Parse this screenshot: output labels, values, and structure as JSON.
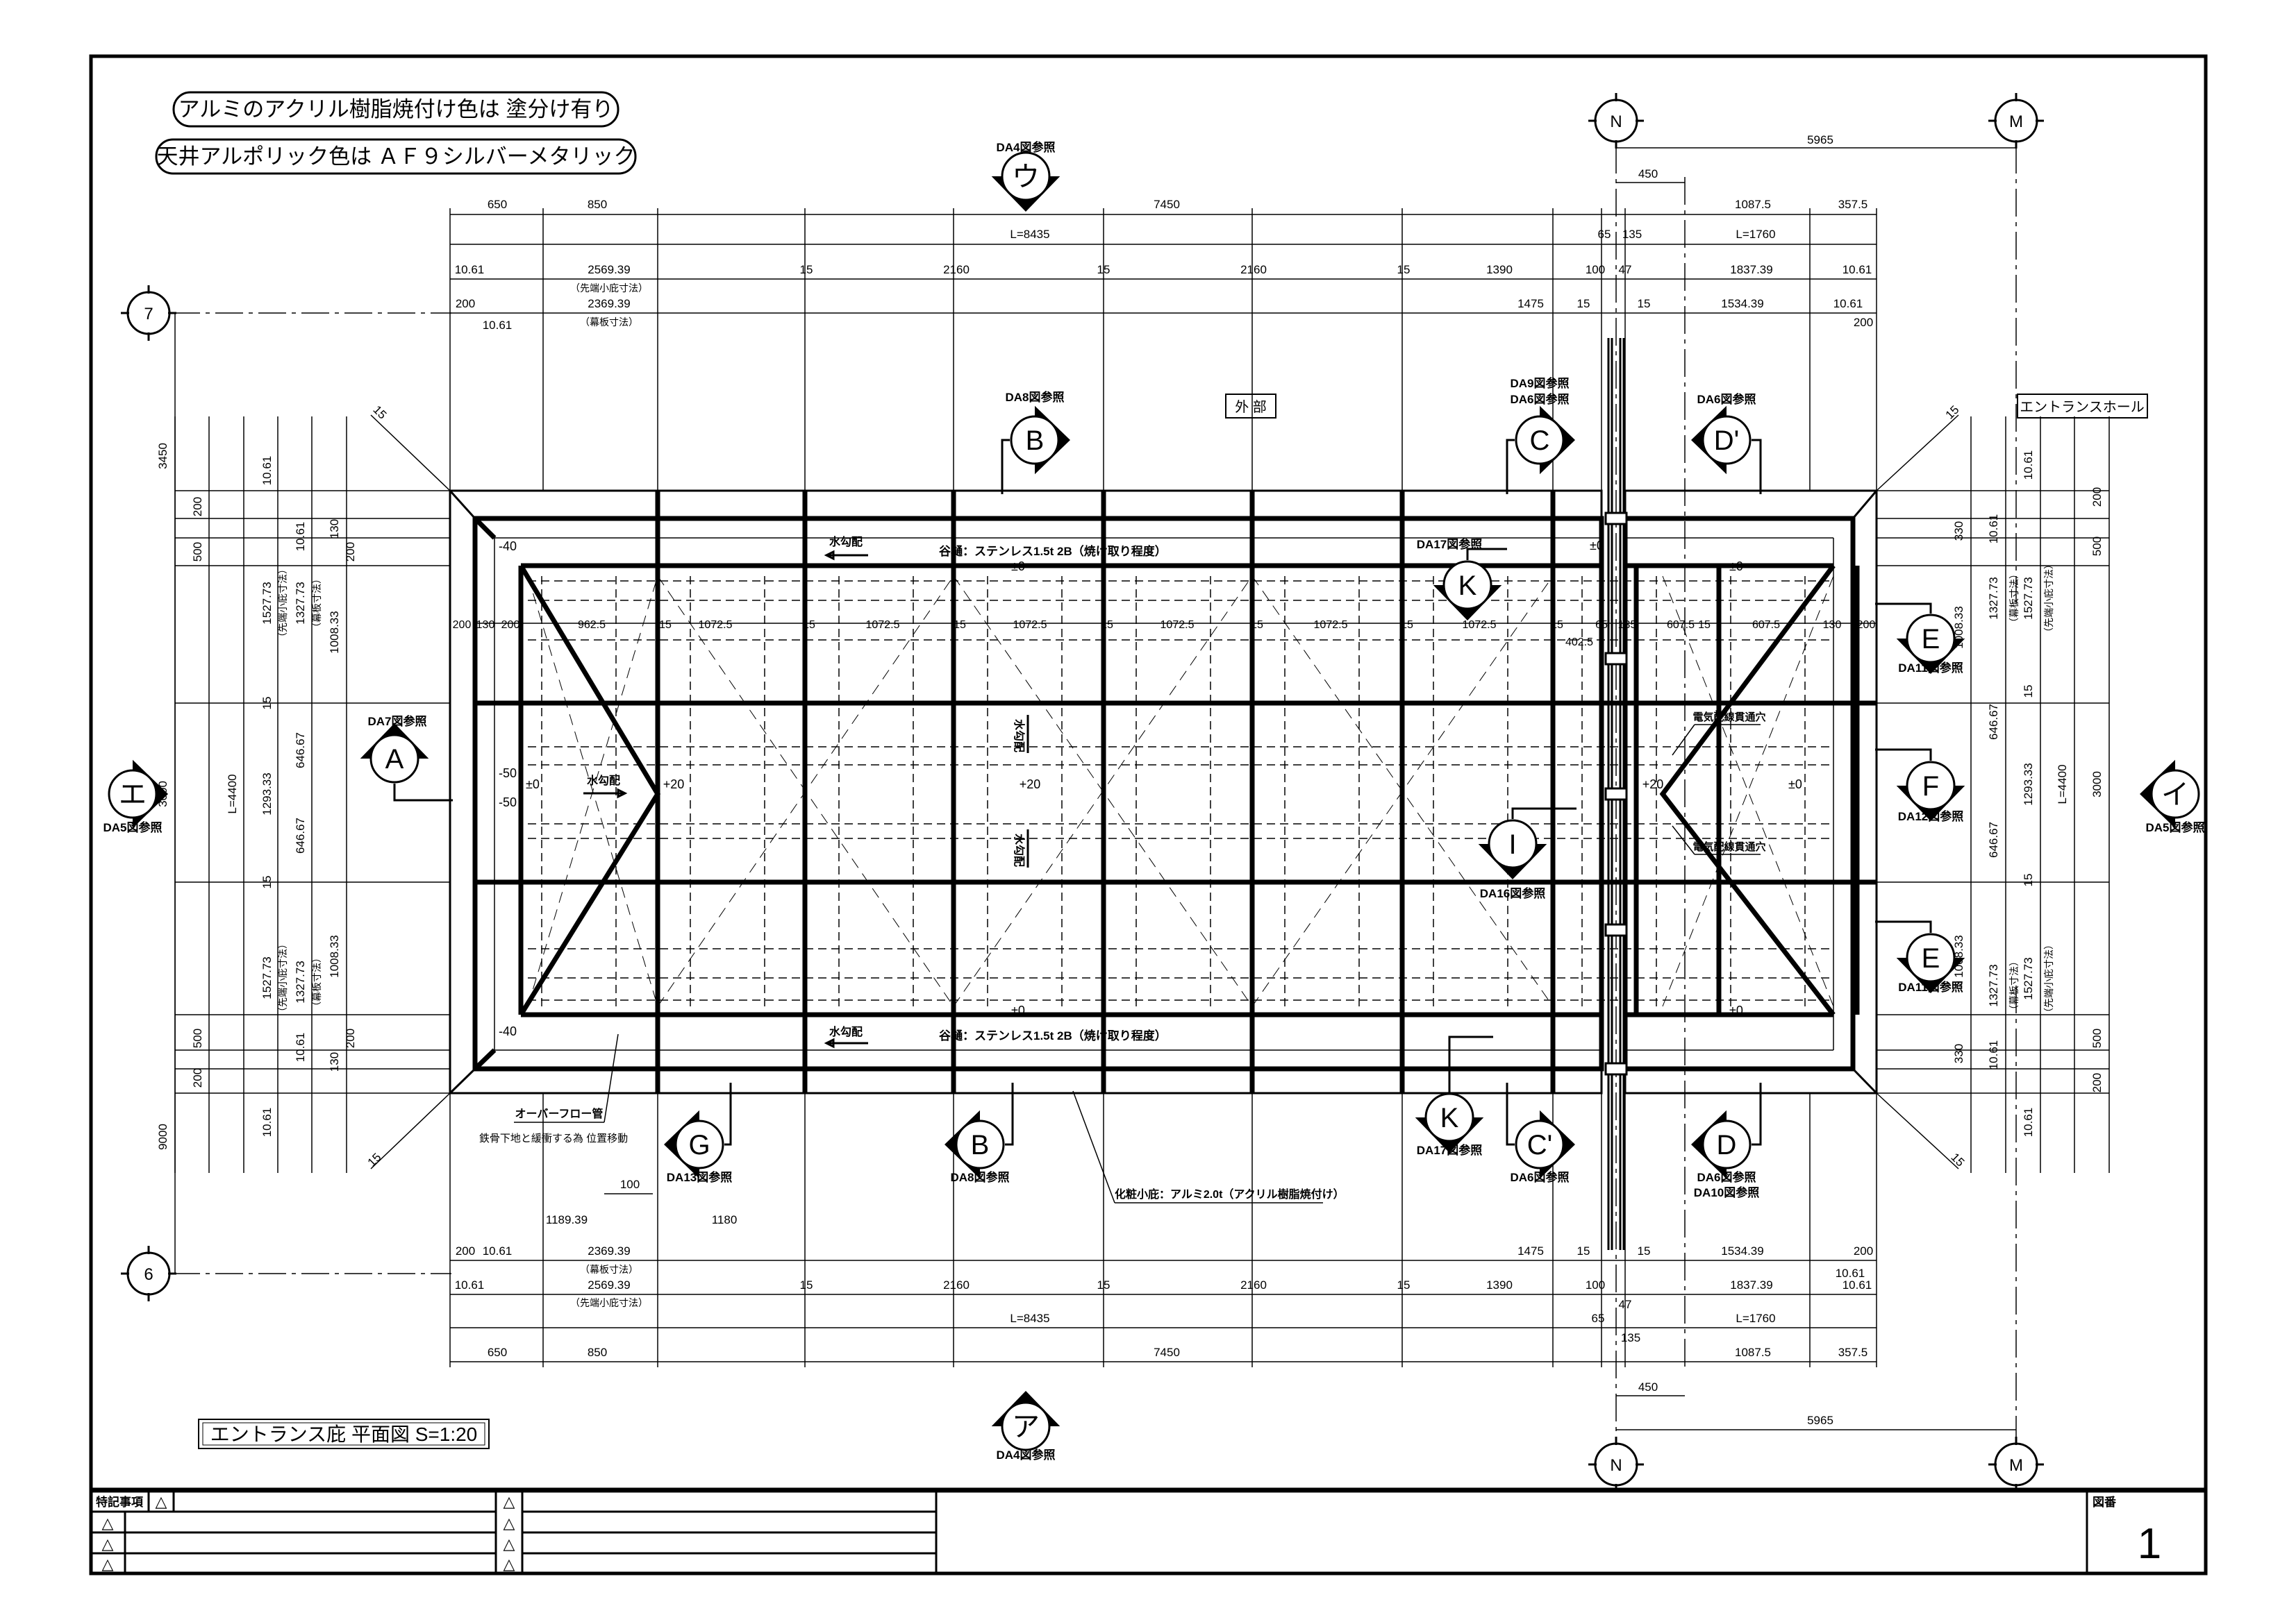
{
  "notes": [
    "アルミのアクリル樹脂焼付け色は 塗分け有り",
    "天井アルポリック色は ＡＦ９シルバーメタリック"
  ],
  "drawing_title": "エントランス庇 平面図 S=1:20",
  "rooms": {
    "exterior": "外 部",
    "entrance_hall": "エントランスホール"
  },
  "grid": {
    "n_top": "N",
    "m_top": "M",
    "n_bottom": "N",
    "m_bottom": "M",
    "g7": "7",
    "g6": "6"
  },
  "sections": [
    {
      "letter": "ウ",
      "ref": "DA4図参照"
    },
    {
      "letter": "ア",
      "ref": "DA4図参照"
    },
    {
      "letter": "エ",
      "ref": "DA5図参照"
    },
    {
      "letter": "イ",
      "ref": "DA5図参照"
    },
    {
      "letter": "A",
      "ref": "DA7図参照"
    },
    {
      "letter": "B",
      "ref": "DA8図参照"
    },
    {
      "letter": "C",
      "ref": "DA9図参照",
      "ref2": "DA6図参照"
    },
    {
      "letter": "D'",
      "ref": "DA6図参照"
    },
    {
      "letter": "K",
      "ref": "DA17図参照"
    },
    {
      "letter": "E",
      "ref": "DA11図参照"
    },
    {
      "letter": "F",
      "ref": "DA12図参照"
    },
    {
      "letter": "E",
      "ref": "DA11図参照"
    },
    {
      "letter": "I",
      "ref": "DA16図参照"
    },
    {
      "letter": "G",
      "ref": "DA13図参照"
    },
    {
      "letter": "B",
      "ref": "DA8図参照"
    },
    {
      "letter": "K",
      "ref": "DA17図参照"
    },
    {
      "letter": "C'",
      "ref": "DA6図参照"
    },
    {
      "letter": "D",
      "ref": "DA6図参照",
      "ref2": "DA10図参照"
    }
  ],
  "annotations": {
    "gutter_top": "谷樋：ステンレス1.5t 2B（焼け取り程度）",
    "gutter_bottom": "谷樋：ステンレス1.5t 2B（焼け取り程度）",
    "slope": [
      "水勾配",
      "水勾配",
      "水勾配",
      "水勾配",
      "水勾配"
    ],
    "overflow": "オーバーフロー管",
    "overflow_note": "鉄骨下地と緩衝する為 位置移動",
    "canopy": "化粧小庇：アルミ2.0t（アクリル樹脂焼付け）",
    "wire_hole": [
      "電気配線貫通穴",
      "電気配線貫通穴"
    ]
  },
  "levels": [
    "-40",
    "-40",
    "±0",
    "-50",
    "-50",
    "+20",
    "+20",
    "+20",
    "±0",
    "±0",
    "±0",
    "±0",
    "±0",
    "±0"
  ],
  "dims": {
    "sub_tip": "（先端小庇寸法）",
    "sub_fascia": "（幕板寸法）",
    "top1": [
      "650",
      "850",
      "7450",
      "1087.5",
      "357.5"
    ],
    "top2": [
      "L=8435",
      "65",
      "135",
      "L=1760"
    ],
    "top3": [
      "10.61",
      "2569.39",
      "15",
      "2160",
      "15",
      "2160",
      "15",
      "1390",
      "100",
      "47",
      "1837.39",
      "10.61"
    ],
    "top4": [
      "200",
      "2369.39",
      "1475",
      "15",
      "15",
      "1534.39",
      "10.61",
      "200",
      "10.61"
    ],
    "grid_top": [
      "450",
      "5965"
    ],
    "bottom1": [
      "650",
      "850",
      "7450",
      "1087.5",
      "357.5"
    ],
    "bottom2": [
      "L=8435",
      "65",
      "135",
      "L=1760"
    ],
    "bottom3": [
      "10.61",
      "2569.39",
      "15",
      "2160",
      "15",
      "2160",
      "15",
      "1390",
      "100",
      "47",
      "1837.39",
      "10.61"
    ],
    "bottom4": [
      "200",
      "10.61",
      "2369.39",
      "1475",
      "15",
      "15",
      "1534.39",
      "10.61",
      "200"
    ],
    "grid_bottom": [
      "450",
      "5965"
    ],
    "misc_bottom": [
      "100",
      "1189.39",
      "1180"
    ],
    "inner": [
      "200",
      "130",
      "200",
      "962.5",
      "15",
      "1072.5",
      "15",
      "1072.5",
      "15",
      "1072.5",
      "15",
      "1072.5",
      "15",
      "1072.5",
      "15",
      "1072.5",
      "15",
      "402.5",
      "65",
      "135",
      "607.5",
      "15",
      "607.5",
      "130",
      "200"
    ],
    "hip": [
      "15",
      "15",
      "15",
      "15"
    ],
    "left": [
      "3450",
      "3000",
      "9000",
      "200",
      "500",
      "500",
      "200",
      "L=4400",
      "10.61",
      "1527.73",
      "15",
      "1293.33",
      "15",
      "1527.73",
      "10.61",
      "10.61",
      "1327.73",
      "646.67",
      "646.67",
      "1327.73",
      "10.61",
      "130",
      "200",
      "1008.33",
      "1008.33",
      "200",
      "130"
    ],
    "right": [
      "330",
      "1008.33",
      "1008.33",
      "330",
      "10.61",
      "1327.73",
      "646.67",
      "646.67",
      "1327.73",
      "10.61",
      "10.61",
      "1527.73",
      "15",
      "1293.33",
      "15",
      "1527.73",
      "10.61",
      "L=4400",
      "200",
      "500",
      "3000",
      "500",
      "200"
    ]
  },
  "title_block": {
    "notes_label": "特記事項",
    "revision_mark": "△",
    "drawing_no_label": "図番",
    "drawing_no": "1"
  }
}
